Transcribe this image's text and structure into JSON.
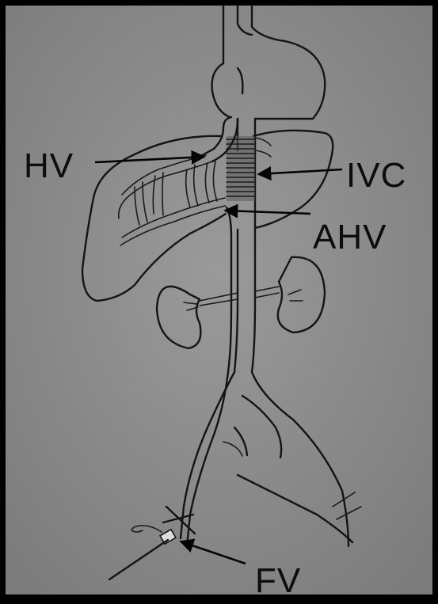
{
  "figure": {
    "colors": {
      "frame": "#000000",
      "background": "#8e8e8e",
      "ink": "#141414"
    },
    "labels": {
      "hv": "HV",
      "ivc": "IVC",
      "ahv": "AHV",
      "fv": "FV"
    }
  }
}
